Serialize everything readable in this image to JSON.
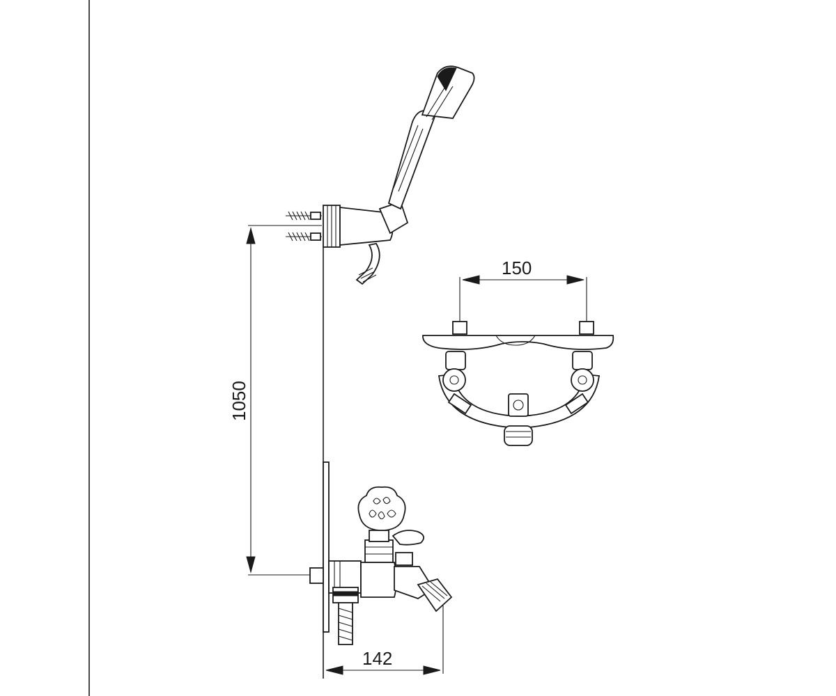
{
  "dimensions": {
    "shower_height": "1050",
    "inlet_spacing": "150",
    "projection": "142"
  },
  "colors": {
    "line": "#1a1a1a",
    "background": "#ffffff"
  }
}
